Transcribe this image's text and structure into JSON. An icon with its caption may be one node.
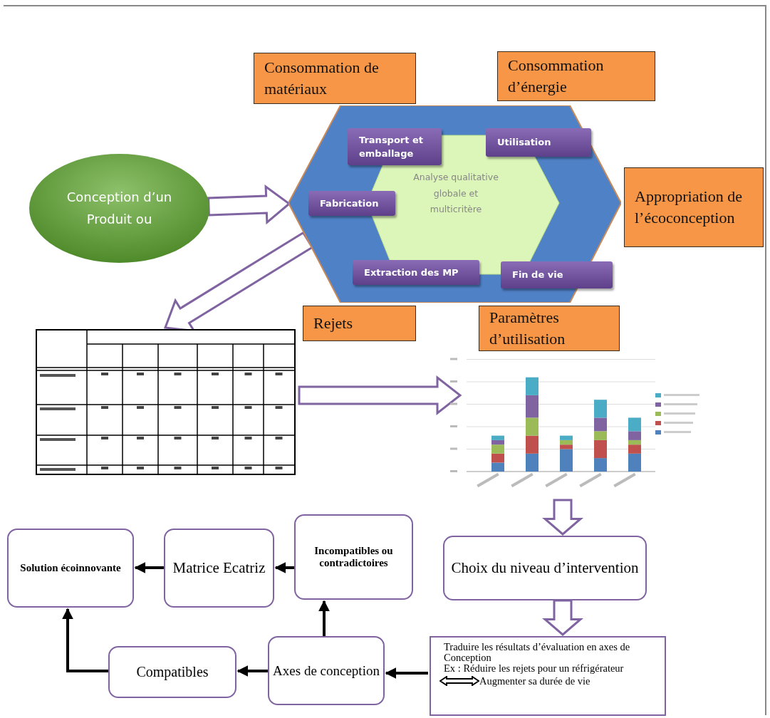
{
  "diagram": {
    "nodes": [
      {
        "text": [
          "Conception d’un Produit ou"
        ]
      },
      {
        "text": [
          "Analyse qualitative globale et multicritère"
        ]
      },
      {
        "text": [
          "Transport et emballage"
        ],
        "in": 1
      },
      {
        "text": [
          "Utilisation"
        ],
        "in": 1
      },
      {
        "text": [
          "Fabrication"
        ],
        "in": 1
      },
      {
        "text": [
          "Extraction des MP"
        ],
        "in": 1
      },
      {
        "text": [
          "Fin de vie"
        ],
        "in": 1
      },
      {
        "text": [
          "Consommation de matériaux"
        ]
      },
      {
        "text": [
          "Consommation d’énergie"
        ]
      },
      {
        "text": [
          "Appropriation de l’écoconception"
        ]
      },
      {
        "text": [
          "Rejets"
        ]
      },
      {
        "text": [
          "Paramètres d’utilisation"
        ]
      },
      {
        "text": [],
        "shape": "picture"
      },
      {
        "text": [],
        "shape": "picture"
      },
      {
        "text": [
          "Choix du niveau d’intervention"
        ]
      },
      {
        "text": [
          "Traduire les résultats d’évaluation en axes de Conception",
          "Ex : Réduire les rejets pour un réfrigérateur",
          "Augmenter sa durée de vie"
        ]
      },
      {
        "text": [
          "Axes de conception"
        ]
      },
      {
        "text": [
          "Compatibles"
        ]
      },
      {
        "text": [
          "Incompatibles ou contradictoires"
        ]
      },
      {
        "text": [
          "Matrice Ecatriz"
        ]
      },
      {
        "text": [
          "Solution écoinnovante"
        ]
      }
    ],
    "edges": [
      {
        "from": 0,
        "to": 1,
        "arrow": "to",
        "style": "thick",
        "color": "#8064a2"
      },
      {
        "from": 1,
        "to": 12,
        "arrow": "to",
        "style": "thick",
        "color": "#8064a2"
      },
      {
        "from": 12,
        "to": 13,
        "arrow": "to",
        "style": "thick",
        "color": "#8064a2"
      },
      {
        "from": 13,
        "to": 14,
        "arrow": "to",
        "style": "thick",
        "color": "#8064a2"
      },
      {
        "from": 14,
        "to": 15,
        "arrow": "to",
        "style": "thick",
        "color": "#8064a2"
      },
      {
        "from": 15,
        "to": 16,
        "arrow": "to"
      },
      {
        "from": 16,
        "to": 17,
        "arrow": "to"
      },
      {
        "from": 16,
        "to": 18,
        "arrow": "to"
      },
      {
        "from": 18,
        "to": 19,
        "arrow": "to"
      },
      {
        "from": 19,
        "to": 20,
        "arrow": "to"
      },
      {
        "from": 17,
        "to": 20,
        "arrow": "to"
      }
    ]
  }
}
